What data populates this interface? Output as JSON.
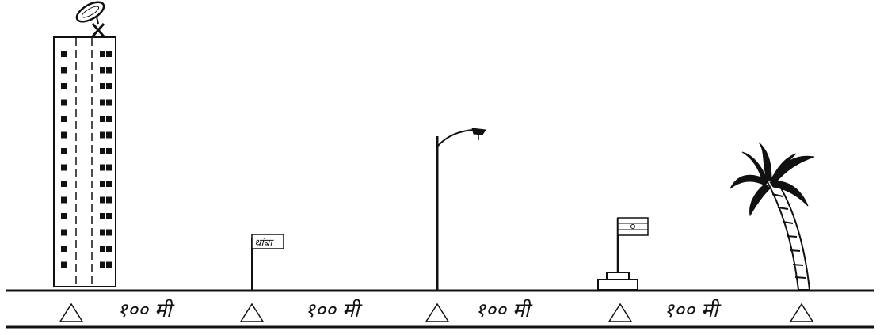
{
  "colors": {
    "ink": "#111111",
    "background": "#ffffff"
  },
  "landmarks": [
    {
      "name": "building-with-dish",
      "icon": "tower-building-icon"
    },
    {
      "name": "bus-stop-sign",
      "icon": "stop-sign-icon",
      "label": "थांबा"
    },
    {
      "name": "street-lamp",
      "icon": "street-lamp-icon"
    },
    {
      "name": "flag-pole",
      "icon": "flag-icon"
    },
    {
      "name": "coconut-palm",
      "icon": "palm-tree-icon"
    }
  ],
  "markers": [
    "triangle-marker",
    "triangle-marker",
    "triangle-marker",
    "triangle-marker",
    "triangle-marker"
  ],
  "distances": [
    "१०० मी",
    "१०० मी",
    "१०० मी",
    "१०० मी"
  ]
}
